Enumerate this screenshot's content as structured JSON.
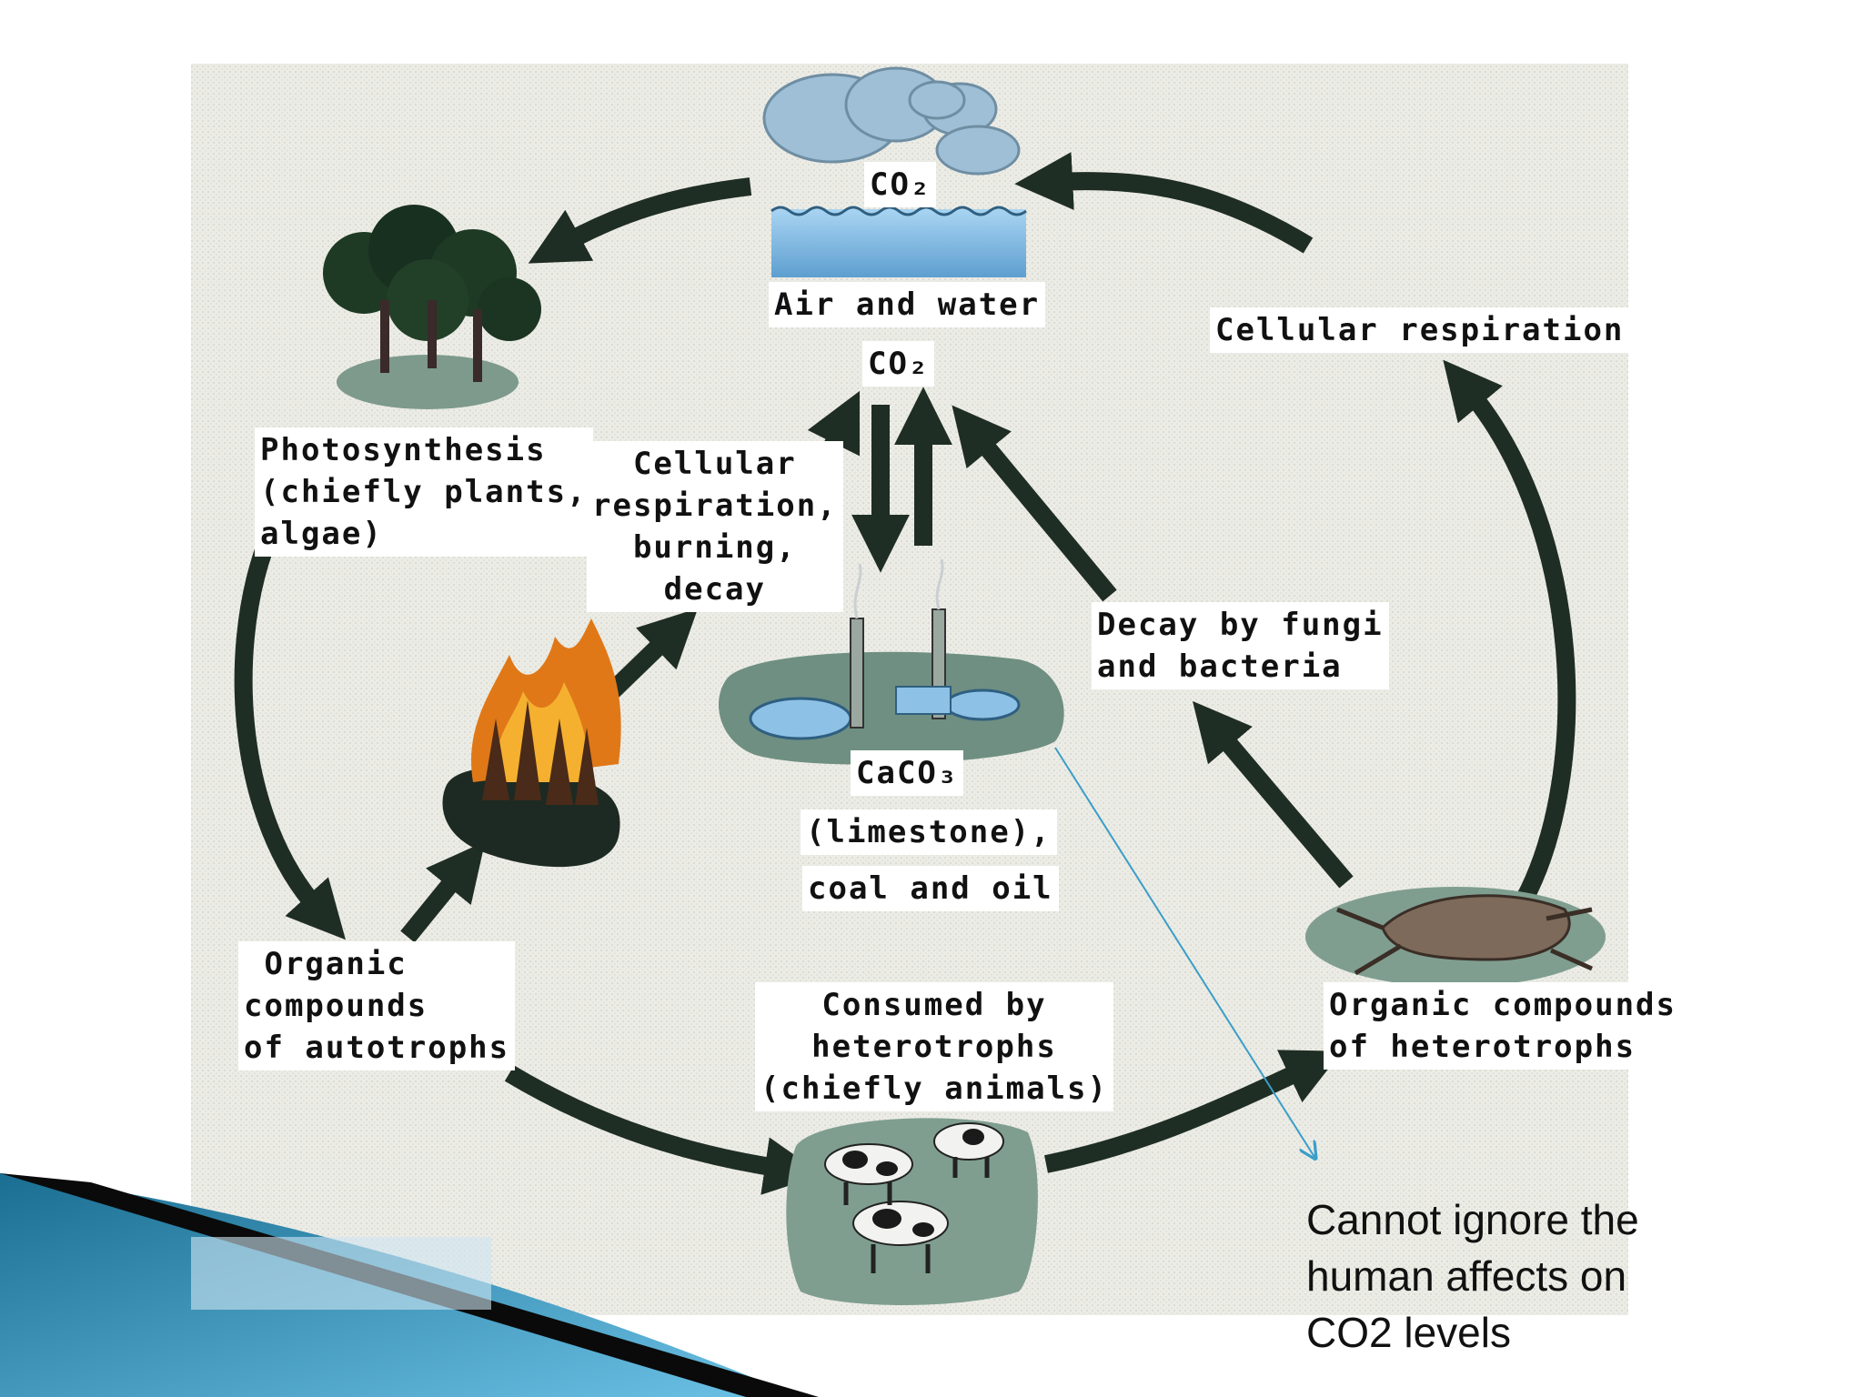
{
  "diagram": {
    "labels": {
      "co2_top": "CO₂",
      "air_water": "Air and water",
      "co2_mid": "CO₂",
      "cellular_respiration_right": "Cellular respiration",
      "photosynthesis": "Photosynthesis\n(chiefly plants,\nalgae)",
      "respiration_burning_decay": "Cellular\nrespiration,\nburning,\ndecay",
      "decay_fungi": "Decay by fungi\nand bacteria",
      "caco3": "CaCO₃",
      "limestone": "(limestone),",
      "coal_oil": "coal and oil",
      "organic_autotrophs": " Organic\ncompounds\nof autotrophs",
      "consumed_heterotrophs": "Consumed by\nheterotrophs\n(chiefly animals)",
      "organic_heterotrophs": "Organic compounds\nof heterotrophs"
    }
  },
  "annotation": {
    "text": "Cannot ignore the\nhuman affects on\nCO2 levels"
  },
  "colors": {
    "arrow": "#1f2e24",
    "water": "#8dc1e6",
    "cloud": "#9fbfd6",
    "ground": "#6f8f82",
    "fire": "#e07818",
    "accent_line": "#3a9ec8",
    "slide_accent_dark": "#0c4a66",
    "slide_accent_light": "#5ab4d8"
  },
  "icons": [
    "cloud-icon",
    "water-icon",
    "trees-icon",
    "fire-icon",
    "factory-icon",
    "cows-icon",
    "dead-animal-icon"
  ]
}
